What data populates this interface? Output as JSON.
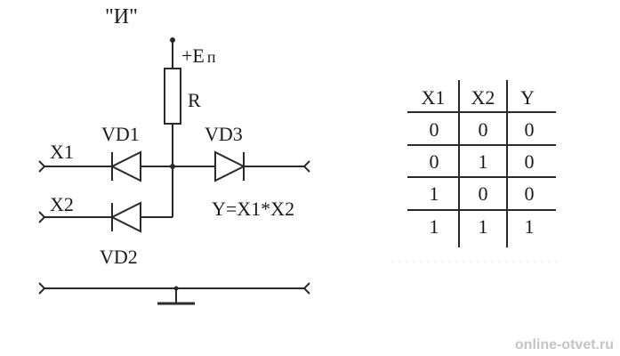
{
  "diagram": {
    "title": "\"И\"",
    "supply_label": "+E",
    "supply_subscript": "п",
    "resistor_label": "R",
    "diode_labels": [
      "VD1",
      "VD2",
      "VD3"
    ],
    "inputs": [
      "X1",
      "X2"
    ],
    "output_formula": "Y=X1*X2"
  },
  "truth_table": {
    "headers": [
      "X1",
      "X2",
      "Y"
    ],
    "rows": [
      [
        "0",
        "0",
        "0"
      ],
      [
        "0",
        "1",
        "0"
      ],
      [
        "1",
        "0",
        "0"
      ],
      [
        "1",
        "1",
        "1"
      ]
    ]
  },
  "watermark": "online-otvet.ru"
}
